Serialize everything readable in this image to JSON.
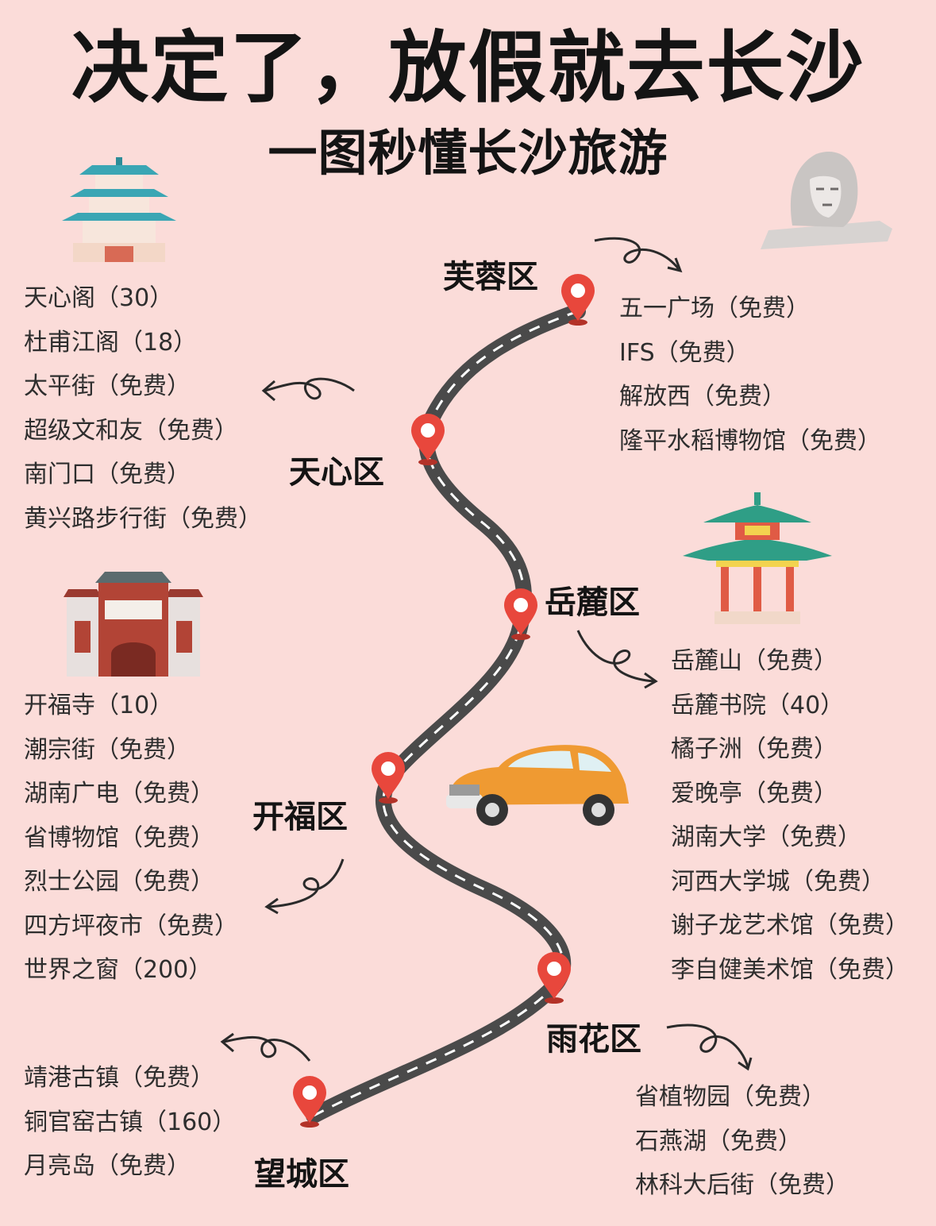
{
  "title": "决定了，放假就去长沙",
  "subtitle": "一图秒懂长沙旅游",
  "colors": {
    "background": "#fbdcd9",
    "pin": "#e8473c",
    "road": "#4a4a4a"
  },
  "districts": {
    "furong": {
      "name": "芙蓉区",
      "spots": [
        "五一广场（免费）",
        "IFS（免费）",
        "解放西（免费）",
        "隆平水稻博物馆（免费）"
      ]
    },
    "tianxin": {
      "name": "天心区",
      "spots": [
        "天心阁（30）",
        "杜甫江阁（18）",
        "太平街（免费）",
        "超级文和友（免费）",
        "南门口（免费）",
        "黄兴路步行街（免费）"
      ]
    },
    "yuelu": {
      "name": "岳麓区",
      "spots": [
        "岳麓山（免费）",
        "岳麓书院（40）",
        "橘子洲（免费）",
        "爱晚亭（免费）",
        "湖南大学（免费）",
        "河西大学城（免费）",
        "谢子龙艺术馆（免费）",
        "李自健美术馆（免费）"
      ]
    },
    "kaifu": {
      "name": "开福区",
      "spots": [
        "开福寺（10）",
        "潮宗街（免费）",
        "湖南广电（免费）",
        "省博物馆（免费）",
        "烈士公园（免费）",
        "四方坪夜市（免费）",
        "世界之窗（200）"
      ]
    },
    "yuhua": {
      "name": "雨花区",
      "spots": [
        "省植物园（免费）",
        "石燕湖（免费）",
        "林科大后街（免费）"
      ]
    },
    "wangcheng": {
      "name": "望城区",
      "spots": [
        "靖港古镇（免费）",
        "铜官窑古镇（160）",
        "月亮岛（免费）"
      ]
    }
  },
  "icons": [
    "location-pin-icon",
    "curly-arrow-icon",
    "pavilion-icon",
    "temple-gate-icon",
    "bust-statue-icon",
    "vintage-car-icon"
  ]
}
